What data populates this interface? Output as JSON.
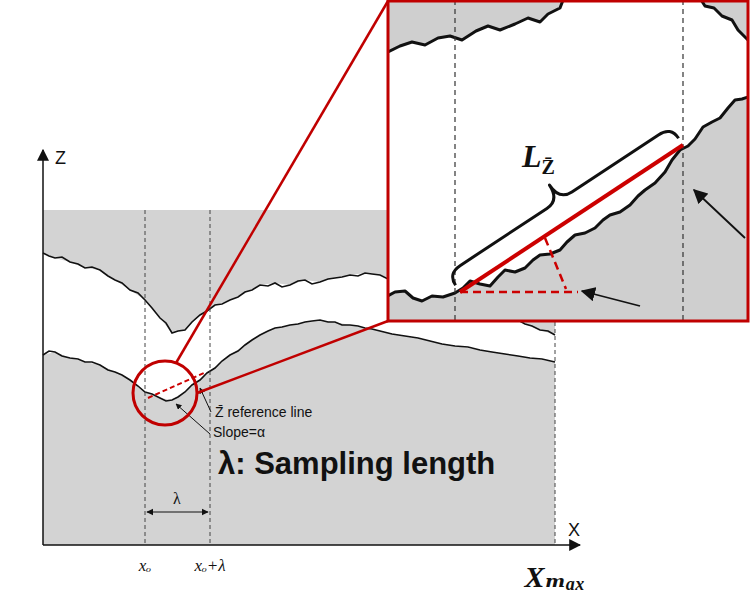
{
  "diagram": {
    "labels": [
      "Z",
      "X",
      "Z̄ reference line",
      "Slope=α",
      "λ",
      "xₒ",
      "xₒ+λ",
      "λ: Sampling length",
      "Xₘₐₓ",
      "LZ̄"
    ]
  }
}
